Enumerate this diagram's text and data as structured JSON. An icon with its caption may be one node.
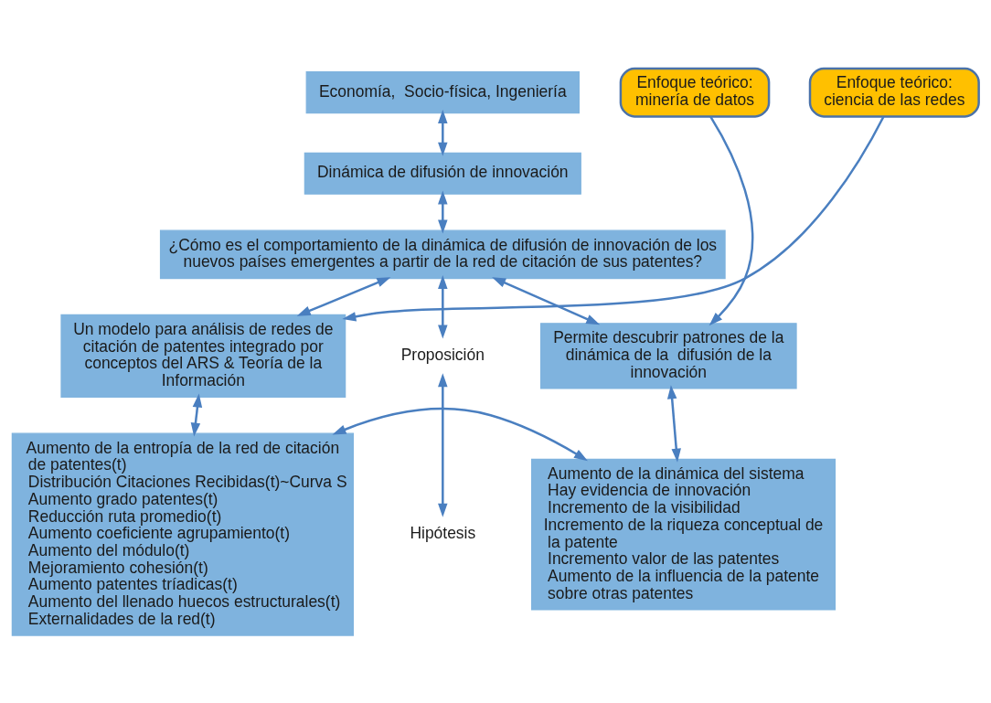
{
  "diagram": {
    "nodes": [
      {
        "text": [
          "Economía,  Socio-física, Ingeniería"
        ]
      },
      {
        "text": [
          "Dinámica de difusión de innovación"
        ]
      },
      {
        "text": [
          "¿Cómo es el comportamiento de la dinámica de difusión de innovación de los nuevos países emergentes a partir de la red de citación de sus patentes?"
        ]
      },
      {
        "text": [
          "Enfoque teórico: ciencia de las redes"
        ]
      },
      {
        "text": [
          "Enfoque teórico: minería de datos"
        ]
      },
      {
        "text": [
          "Un modelo para análisis de redes de citación de patentes integrado por conceptos del ARS & Teoría de la Información"
        ]
      },
      {
        "text": [
          "Permite descubrir patrones de la dinámica de la  difusión de la innovación"
        ]
      },
      {
        "text": [
          "Proposición"
        ]
      },
      {
        "text": [
          "Hipótesis"
        ]
      },
      {
        "text": [
          "Aumento de la entropía de la red de citación de patentes(t)",
          "Distribución Citaciones Recibidas(t)~Curva S",
          "Aumento grado patentes(t)",
          "Reducción ruta promedio(t)",
          "Aumento coeficiente agrupamiento(t)",
          "Aumento del módulo(t)",
          "Mejoramiento cohesión(t)",
          "Aumento patentes tríadicas(t)",
          "Aumento del llenado huecos estructurales(t)",
          "Externalidades de la red(t)"
        ]
      },
      {
        "text": [
          "Aumento de la dinámica del sistema",
          "Hay evidencia de innovación",
          "Incremento de la visibilidad",
          "Incremento de la riqueza conceptual de la patente",
          "Incremento valor de las patentes",
          "Aumento de la influencia de la patente sobre otras patentes"
        ]
      }
    ],
    "edges": [
      {
        "from": 0,
        "to": 1,
        "arrow": "both"
      },
      {
        "from": 1,
        "to": 2,
        "arrow": "both"
      },
      {
        "from": 2,
        "to": 5,
        "arrow": "both"
      },
      {
        "from": 2,
        "to": 6,
        "arrow": "both"
      },
      {
        "from": 2,
        "to": 7,
        "arrow": "both"
      },
      {
        "from": 7,
        "to": 8,
        "arrow": "both"
      },
      {
        "from": 3,
        "to": 5,
        "arrow": "to"
      },
      {
        "from": 4,
        "to": 6,
        "arrow": "to"
      },
      {
        "from": 5,
        "to": 9,
        "arrow": "both"
      },
      {
        "from": 6,
        "to": 10,
        "arrow": "both"
      },
      {
        "from": 9,
        "to": 10,
        "arrow": "both"
      }
    ]
  }
}
